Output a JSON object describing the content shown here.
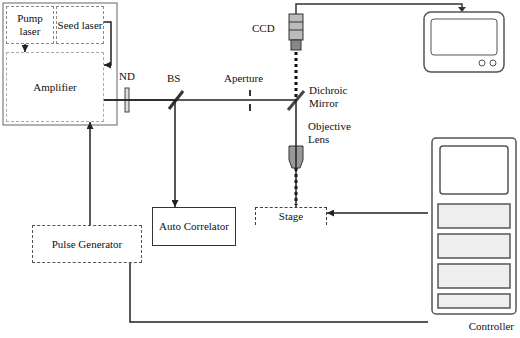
{
  "diagram": {
    "nodes": [
      {
        "text": [
          "Pump laser"
        ]
      },
      {
        "text": [
          "Seed laser"
        ]
      },
      {
        "text": [
          "Amplifier"
        ]
      },
      {
        "text": [
          "Auto Correlator"
        ]
      },
      {
        "text": [
          "Stage"
        ]
      },
      {
        "text": [
          "Pulse Generator"
        ]
      },
      {
        "text": [
          "Controller"
        ]
      }
    ],
    "edges": [
      {
        "from": 0,
        "to": 2,
        "arrow": "to"
      },
      {
        "from": 1,
        "to": 2,
        "arrow": "to"
      },
      {
        "from": 5,
        "to": 2,
        "arrow": "to"
      },
      {
        "from": 2,
        "to": 3,
        "arrow": "to"
      },
      {
        "from": 2,
        "to": 4,
        "arrow": "none"
      },
      {
        "from": 6,
        "to": 4,
        "arrow": "to"
      },
      {
        "from": 5,
        "to": 6,
        "arrow": "none"
      }
    ],
    "labels": [
      "ND",
      "BS",
      "Aperture",
      "Dichroic Mirror",
      "Objective Lens",
      "CCD"
    ]
  }
}
